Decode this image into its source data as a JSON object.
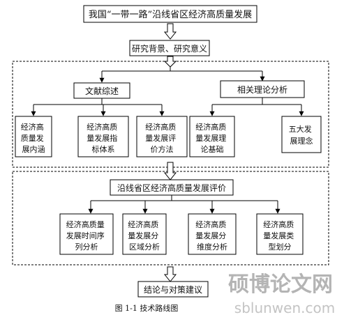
{
  "diagram": {
    "title_box": "我国“一带一路”沿线省区经济高质量发展",
    "background_box": "研究背景、研究意义",
    "review_section": {
      "literature_box": "文献综述",
      "theory_box": "相关理论分析",
      "literature_items": [
        [
          "经济高",
          "质量发",
          "展内涵"
        ],
        [
          "经济高质",
          "量发展指",
          "标体系"
        ],
        [
          "经济高质",
          "量发展评",
          "价方法"
        ]
      ],
      "theory_items": [
        [
          "经济高质",
          "量发展理",
          "论基础"
        ],
        [
          "五大发",
          "展理念"
        ]
      ]
    },
    "evaluation_section": {
      "evaluation_box": "沿线省区经济高质量发展评价",
      "items": [
        [
          "经济高质量",
          "发展时间序",
          "列分析"
        ],
        [
          "经济高质",
          "量发展分",
          "区域分析"
        ],
        [
          "经济高质",
          "量发展分",
          "维度分析"
        ],
        [
          "经济高质",
          "量发展类",
          "型划分"
        ]
      ]
    },
    "conclusion_box": "结论与对策建议",
    "caption": "图 1-1  技术路线图"
  },
  "watermark": {
    "line1": "硕博论文网",
    "line2": "sblunwen.com"
  },
  "colors": {
    "line": "#000000",
    "box_fill": "#ffffff",
    "watermark": "#b4b4b4"
  }
}
